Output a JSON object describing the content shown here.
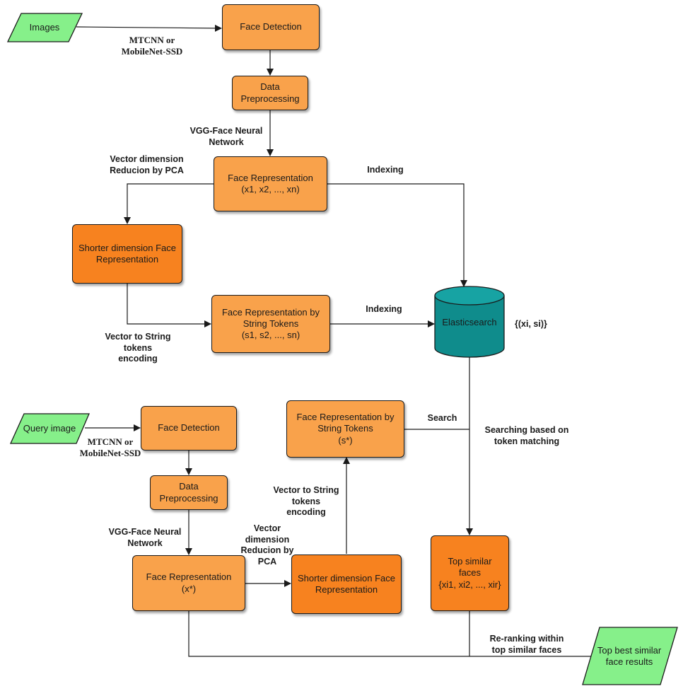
{
  "nodes": {
    "images": "Images",
    "face_detection_1": "Face Detection",
    "data_preprocessing_1": "Data\nPreprocessing",
    "face_representation_1": "Face Representation\n(x1, x2, ..., xn)",
    "shorter_dimension_1": "Shorter dimension Face\nRepresentation",
    "string_tokens_1": "Face Representation by\nString Tokens\n(s1, s2, ..., sn)",
    "elasticsearch": "Elasticsearch",
    "query_image": "Query image",
    "face_detection_2": "Face Detection",
    "data_preprocessing_2": "Data\nPreprocessing",
    "face_representation_2": "Face Representation\n(x*)",
    "shorter_dimension_2": "Shorter dimension Face\nRepresentation",
    "string_tokens_2": "Face Representation by\nString Tokens\n(s*)",
    "top_similar": "Top similar faces\n{xi1, xi2, ..., xir}",
    "top_best": "Top best similar\nface results"
  },
  "labels": {
    "detector_1": "MTCNN or\nMobileNet-SSD",
    "vgg_1": "VGG-Face Neural\nNetwork",
    "pca_1": "Vector dimension\nReducion by PCA",
    "indexing_1": "Indexing",
    "encoding_1": "Vector to String\ntokens\nencoding",
    "indexing_2": "Indexing",
    "es_set": "{(xi, si)}",
    "detector_2": "MTCNN or\nMobileNet-SSD",
    "vgg_2": "VGG-Face Neural\nNetwork",
    "pca_2": "Vector\ndimension\nReducion by\nPCA",
    "encoding_2": "Vector to String\ntokens\nencoding",
    "search": "Search",
    "token_matching": "Searching based on\ntoken matching",
    "reranking": "Re-ranking within\ntop similar faces"
  },
  "colors": {
    "box_light": "#f9a24b",
    "box_dark": "#f7821f",
    "io_green": "#86f08a",
    "database_teal": "#0f8c8c",
    "line": "#1a1a1a"
  }
}
